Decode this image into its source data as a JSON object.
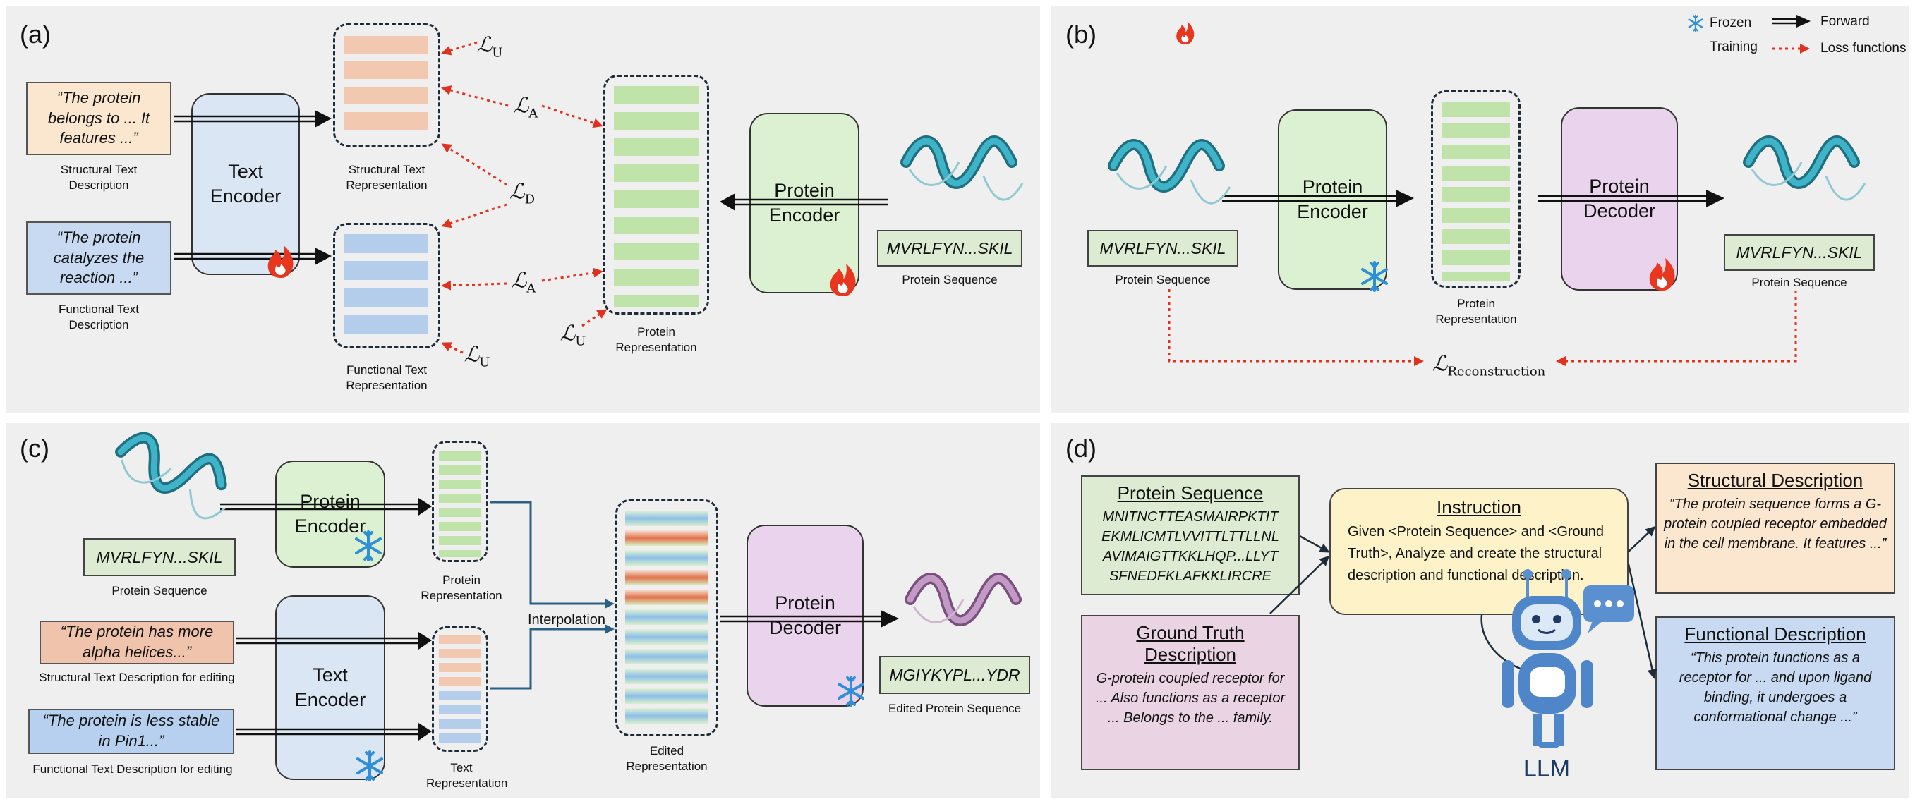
{
  "panels": {
    "a": {
      "label": "(a)",
      "structural_text": "“The protein belongs to ... It features ...”",
      "structural_caption": "Structural Text Description",
      "functional_text": "“The protein catalyzes the reaction ...”",
      "functional_caption": "Functional Text Description",
      "text_encoder": "Text Encoder",
      "struct_rep_caption": "Structural Text Representation",
      "func_rep_caption": "Functional Text Representation",
      "protein_rep_caption": "Protein Representation",
      "protein_encoder": "Protein Encoder",
      "sequence": "MVRLFYN...SKIL",
      "sequence_caption": "Protein Sequence",
      "losses": {
        "uniformity": "U",
        "alignment": "A",
        "disentangle": "D"
      }
    },
    "b": {
      "label": "(b)",
      "sequence_in": "MVRLFYN...SKIL",
      "sequence_in_caption": "Protein Sequence",
      "protein_encoder": "Protein Encoder",
      "protein_rep_caption": "Protein Representation",
      "protein_decoder": "Protein Decoder",
      "sequence_out": "MVRLFYN...SKIL",
      "sequence_out_caption": "Protein Sequence",
      "loss": "Reconstruction"
    },
    "c": {
      "label": "(c)",
      "sequence": "MVRLFYN...SKIL",
      "sequence_caption": "Protein Sequence",
      "protein_encoder": "Protein Encoder",
      "protein_rep_caption": "Protein Representation",
      "struct_edit_text": "“The protein has more alpha helices...”",
      "struct_edit_caption": "Structural Text Description for editing",
      "func_edit_text": "“The protein is less stable in Pin1...”",
      "func_edit_caption": "Functional Text Description for editing",
      "text_encoder": "Text Encoder",
      "text_rep_caption": "Text Representation",
      "interpolation": "Interpolation",
      "edited_rep_caption": "Edited Representation",
      "protein_decoder": "Protein Decoder",
      "edited_sequence": "MGIYKYPL...YDR",
      "edited_sequence_caption": "Edited Protein Sequence"
    },
    "d": {
      "label": "(d)",
      "protein_sequence_title": "Protein Sequence",
      "protein_sequence_body": "MNITNCTTEASMAIRPKTIT EKMLICMTLVVITTLTTLLNL AVIMAIGTTKKLHQP...LLYT SFNEDFKLAFKKLIRCRE",
      "ground_truth_title": "Ground Truth Description",
      "ground_truth_body": "G-protein coupled receptor for ... Also functions as a receptor ... Belongs to the ... family.",
      "instruction_title": "Instruction",
      "instruction_body": "Given <Protein Sequence> and <Ground Truth>, Analyze and create the structural description and functional description.",
      "llm_label": "LLM",
      "structural_title": "Structural Description",
      "structural_body": "“The protein sequence forms a G-protein coupled receptor embedded in the cell membrane. It features ...”",
      "functional_title": "Functional Description",
      "functional_body": "“This protein functions as a receptor for ... and upon ligand binding, it undergoes a conformational change ...”"
    }
  },
  "legend": {
    "frozen": "Frozen",
    "training": "Training",
    "forward": "Forward",
    "loss_functions": "Loss functions"
  },
  "colors": {
    "panel_bg": "#efefef",
    "structural": "#f2c9b0",
    "functional": "#b3cdea",
    "protein": "#bfe3a8",
    "encoder_text": "#dbe6f4",
    "encoder_protein": "#dcf0d2",
    "decoder": "#ead3ec",
    "loss_arrow": "#e0301e",
    "helix": "#2a8fa4",
    "edited_helix": "#a77aa7"
  }
}
